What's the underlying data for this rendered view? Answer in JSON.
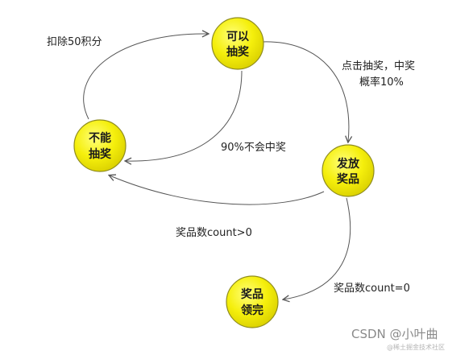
{
  "colors": {
    "node_fill": "#f5ef0c",
    "node_stroke": "#8f8c1e",
    "edge": "#555555"
  },
  "nodes": {
    "can_draw": {
      "line1": "可以",
      "line2": "抽奖"
    },
    "cannot_draw": {
      "line1": "不能",
      "line2": "抽奖"
    },
    "issue_prize": {
      "line1": "发放",
      "line2": "奖品"
    },
    "prize_claimed": {
      "line1": "奖品",
      "line2": "领完"
    }
  },
  "edges": {
    "deduct_points": "扣除50积分",
    "win_chance_line1": "点击抽奖，中奖",
    "win_chance_line2": "概率10%",
    "no_win": "90%不会中奖",
    "count_positive": "奖品数count>0",
    "count_zero": "奖品数count=0"
  },
  "watermark": {
    "main": "CSDN @小叶曲",
    "sub": "@稀土掘金技术社区"
  }
}
